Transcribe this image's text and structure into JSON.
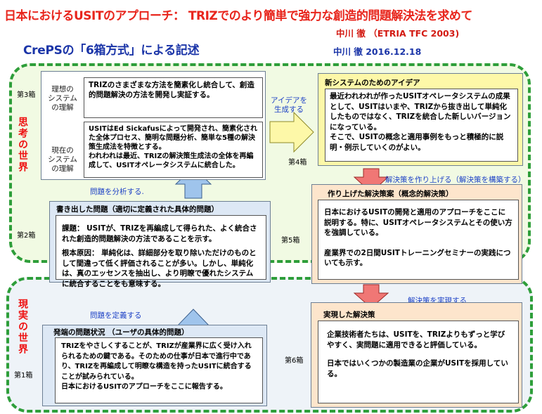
{
  "header": {
    "title": "日本におけるUSITのアプローチ： TRIZでのより簡単で強力な創造的問題解決法を求めて",
    "author_line1": "中川 徹 （ETRIA TFC 2003)",
    "author_line2": "中川 徹 2016.12.18",
    "subtitle": "CrePSの「6箱方式」による記述"
  },
  "zones": {
    "thinking": "思考の世界",
    "real": "現実の世界"
  },
  "levels": {
    "box1": "第1箱",
    "box2": "第2箱",
    "box3": "第3箱",
    "box4": "第4箱",
    "box5": "第5箱",
    "box6": "第6箱"
  },
  "box3": {
    "ideal_label": "理想の\nシステム\nの理解",
    "ideal_text": "TRIZのさまざまな方法を簡素化し統合して、創造的問題解決の方法を開発し実証する。",
    "current_label": "現在の\nシステム\nの理解",
    "current_text": "USITはEd Sickafusによって開発され、簡素化された全体プロセス、簡明な問題分析、簡単な5種の解決策生成法を特徴とする。\nわれわれは最近、TRIZの解決策生成法の全体を再編成して、USITオペレータシステムに統合した。"
  },
  "box2": {
    "header": "書き出した問題（適切に定義された具体的問題）",
    "problem": "課題： USITが、TRIZを再編成して得られた、よく統合された創造的問題解決の方法であることを示す。",
    "cause": "根本原因： 単純化は、詳細部分を取り除いただけのものとして間違って低く評価されることが多い。しかし、単純化は、真のエッセンスを抽出し、より明瞭で優れたシステムに統合することをも意味する。"
  },
  "box1": {
    "header": "発端の問題状況 （ユーザの具体的問題）",
    "text": "TRIZをやさしくすることが、TRIZが産業界に広く受け入れられるための鍵である。そのための仕事が日本で進行中であり、TRIZを再編成して明瞭な構造を持ったUSITに統合することが試みられている。\n日本におけるUSITのアプローチをここに報告する。"
  },
  "box4": {
    "header": "新システムのためのアイデア",
    "text": "最近われわれが作ったUSITオペレータシステムの成果として、USITはいまや、TRIZから抜き出して単純化したものではなく、TRIZを統合した新しいバージョンになっている。\nそこで、USITの概念と適用事例をもっと積極的に説明・例示していくのがよい。"
  },
  "box5": {
    "header": "作り上げた解決策案（概念的解決策）",
    "text1": "日本におけるUSITの開発と適用のアプローチをここに説明する。特に、USITオペレータシステムとその使い方を強調している。",
    "text2": "産業界での2日間USITトレーニングセミナーの実践についても示す。"
  },
  "box6": {
    "header": "実現した解決策",
    "text1": "企業技術者たちは、USITを、TRIZよりもずっと学びやすく、実問題に適用できると評価している。",
    "text2": "日本ではいくつかの製造業の企業がUSITを採用している。"
  },
  "arrows": {
    "define_problem": "問題を定義する",
    "analyze_problem": "問題を分析する.",
    "generate_idea": "アイデアを\n生成する",
    "build_solution": "解決策を作り上げる（解決策を構築する）",
    "implement_solution": "解決策を実現する"
  },
  "colors": {
    "title_red": "#e8251c",
    "subtitle_blue": "#1b35a8",
    "zone_border_green": "#2e9e3a",
    "arrow_blue_fill": "#9fc4ec",
    "arrow_yellow_fill": "#fdf8a8",
    "arrow_red_fill": "#f07775"
  }
}
